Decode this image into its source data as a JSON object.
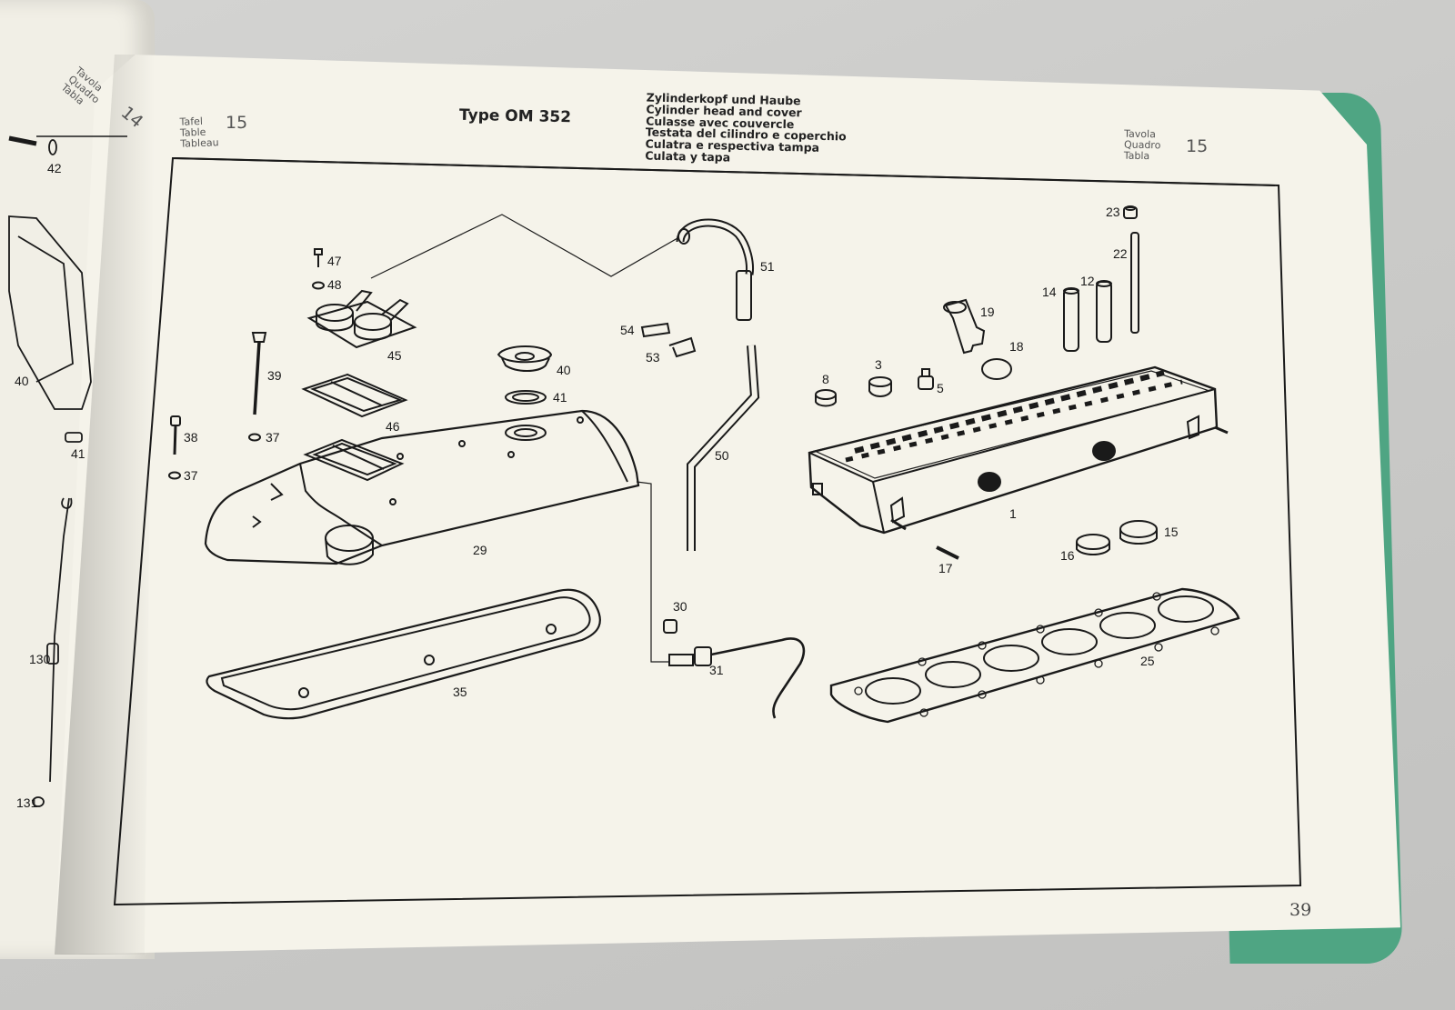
{
  "header": {
    "type_label": "Type OM 352",
    "titles": [
      "Zylinderkopf und Haube",
      "Cylinder head and cover",
      "Culasse avec couvercle",
      "Testata del cilindro e coperchio",
      "Culatra e respectiva tampa",
      "Culata y tapa"
    ],
    "left_labels": [
      "Tafel",
      "Table",
      "Tableau"
    ],
    "left_table_number": "15",
    "right_labels": [
      "Tavola",
      "Quadro",
      "Tabla"
    ],
    "right_table_number": "15"
  },
  "previous_page": {
    "labels": [
      "Tavola",
      "Quadro",
      "Tabla"
    ],
    "table_number": "14",
    "callouts": [
      "42",
      "40",
      "41",
      "130",
      "131"
    ]
  },
  "page_number": "39",
  "callouts": {
    "c47": "47",
    "c48": "48",
    "c45": "45",
    "c39": "39",
    "c46": "46",
    "c38": "38",
    "c37a": "37",
    "c37b": "37",
    "c40": "40",
    "c41": "41",
    "c29": "29",
    "c35": "35",
    "c51": "51",
    "c54": "54",
    "c53": "53",
    "c50": "50",
    "c30": "30",
    "c31": "31",
    "c23": "23",
    "c22": "22",
    "c14": "14",
    "c12": "12",
    "c19": "19",
    "c18": "18",
    "c8": "8",
    "c3": "3",
    "c5": "5",
    "c1": "1",
    "c17": "17",
    "c16": "16",
    "c15": "15",
    "c25": "25"
  }
}
